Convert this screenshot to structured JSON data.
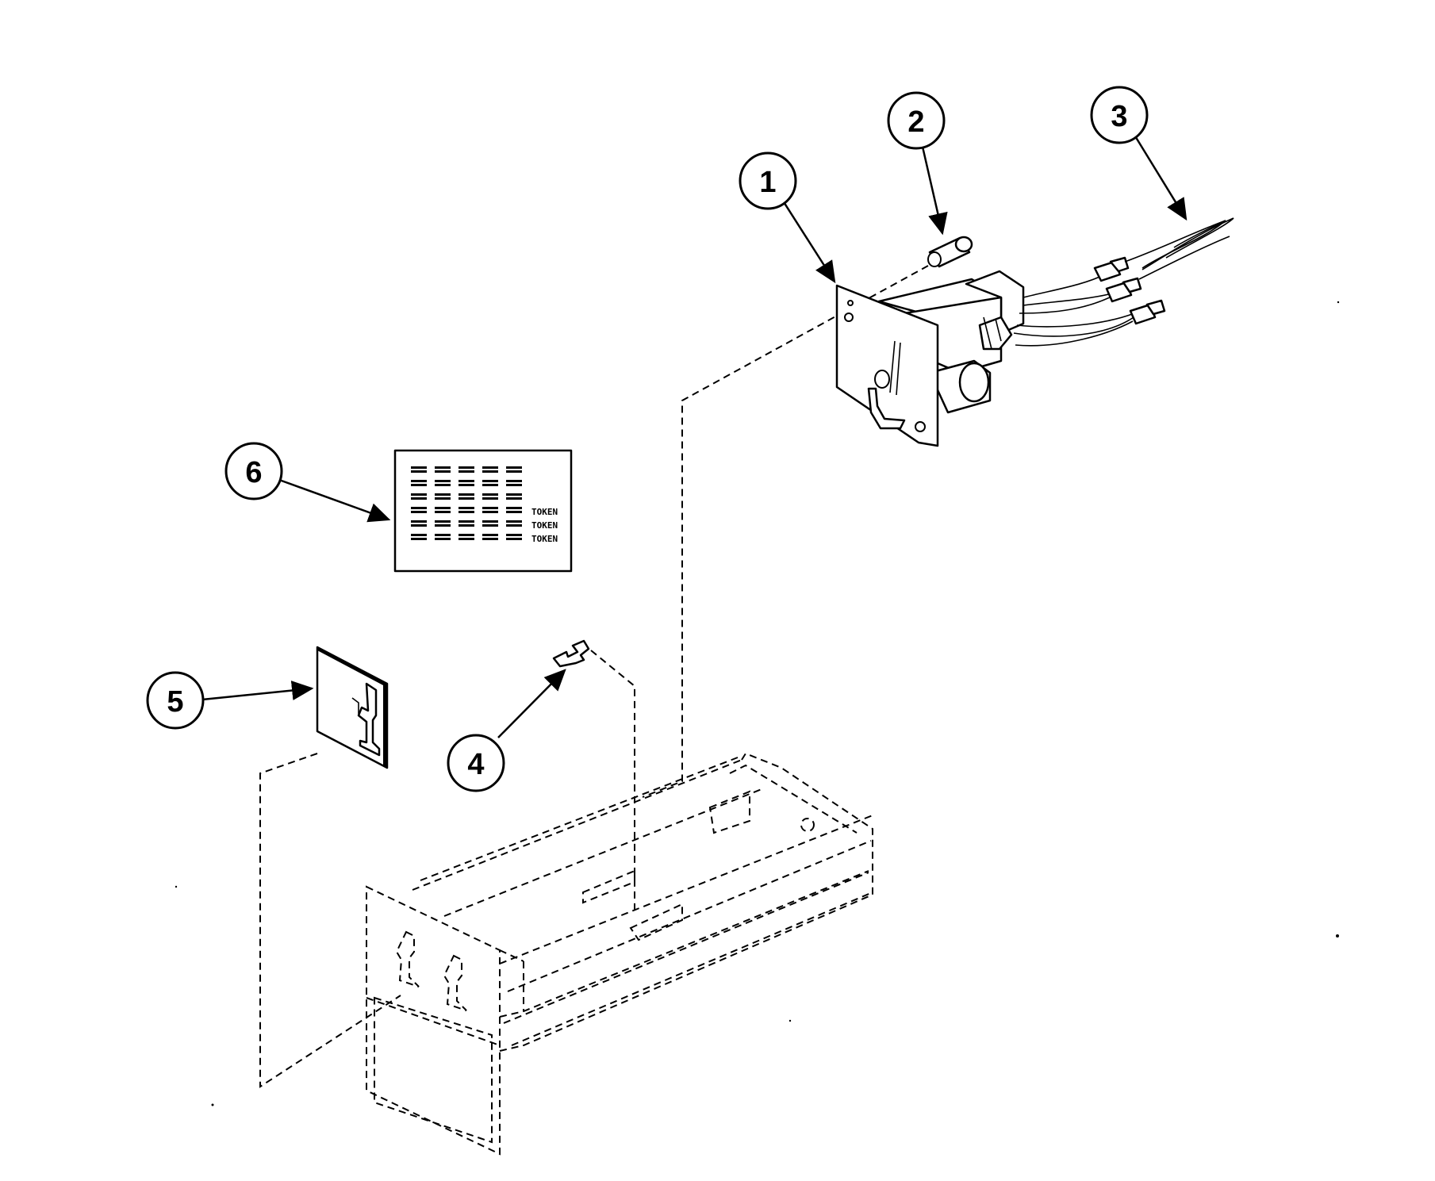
{
  "callouts": [
    {
      "id": "1",
      "label": "1",
      "part": "coin-mechanism"
    },
    {
      "id": "2",
      "label": "2",
      "part": "plug-cap"
    },
    {
      "id": "3",
      "label": "3",
      "part": "wire-harness"
    },
    {
      "id": "4",
      "label": "4",
      "part": "retaining-clip"
    },
    {
      "id": "5",
      "label": "5",
      "part": "coin-slot-label"
    },
    {
      "id": "6",
      "label": "6",
      "part": "price-decal"
    }
  ],
  "decal": {
    "rows": [
      {
        "marks": 5,
        "text": ""
      },
      {
        "marks": 5,
        "text": ""
      },
      {
        "marks": 5,
        "text": ""
      },
      {
        "marks": 5,
        "text": "TOKEN"
      },
      {
        "marks": 5,
        "text": "TOKEN"
      },
      {
        "marks": 5,
        "text": "TOKEN"
      }
    ]
  },
  "colors": {
    "line": "#000000",
    "background": "#ffffff"
  }
}
